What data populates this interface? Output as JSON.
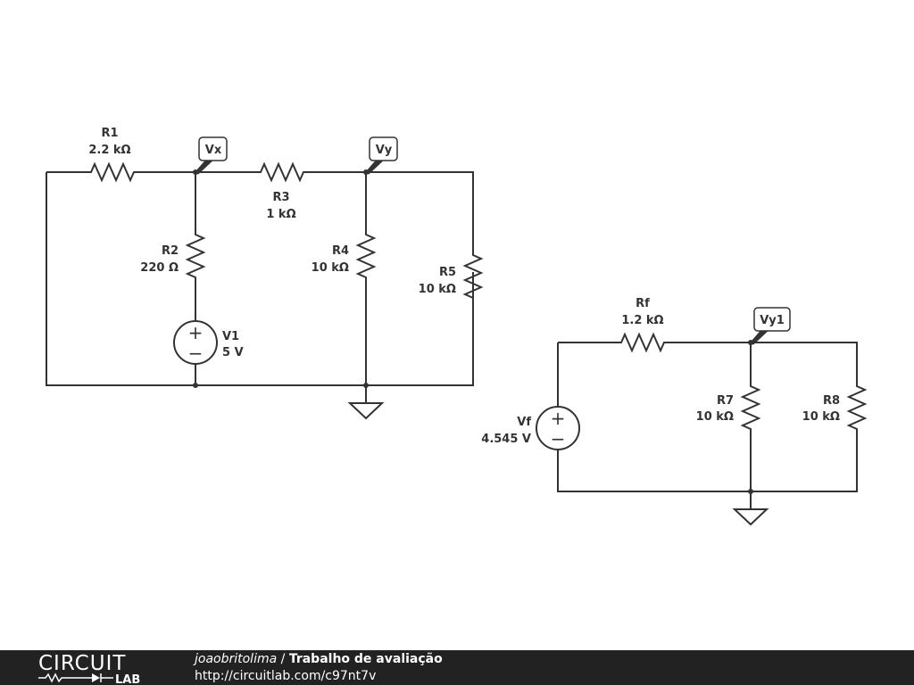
{
  "circuit_left": {
    "R1": {
      "name": "R1",
      "value": "2.2 kΩ"
    },
    "R2": {
      "name": "R2",
      "value": "220 Ω"
    },
    "R3": {
      "name": "R3",
      "value": "1 kΩ"
    },
    "R4": {
      "name": "R4",
      "value": "10 kΩ"
    },
    "R5": {
      "name": "R5",
      "value": "10 kΩ"
    },
    "V1": {
      "name": "V1",
      "value": "5 V"
    },
    "node_x": "Vx",
    "node_y": "Vy"
  },
  "circuit_right": {
    "Rf": {
      "name": "Rf",
      "value": "1.2 kΩ"
    },
    "R7": {
      "name": "R7",
      "value": "10 kΩ"
    },
    "R8": {
      "name": "R8",
      "value": "10 kΩ"
    },
    "Vf": {
      "name": "Vf",
      "value": "4.545 V"
    },
    "node_y1": "Vy1"
  },
  "source_symbols": {
    "plus": "+",
    "minus": "−"
  },
  "footer": {
    "logo_top": "CIRCUIT",
    "logo_bottom": "LAB",
    "author": "joaobritolima",
    "separator": " / ",
    "title": "Trabalho de avaliação",
    "url": "http://circuitlab.com/c97nt7v"
  }
}
